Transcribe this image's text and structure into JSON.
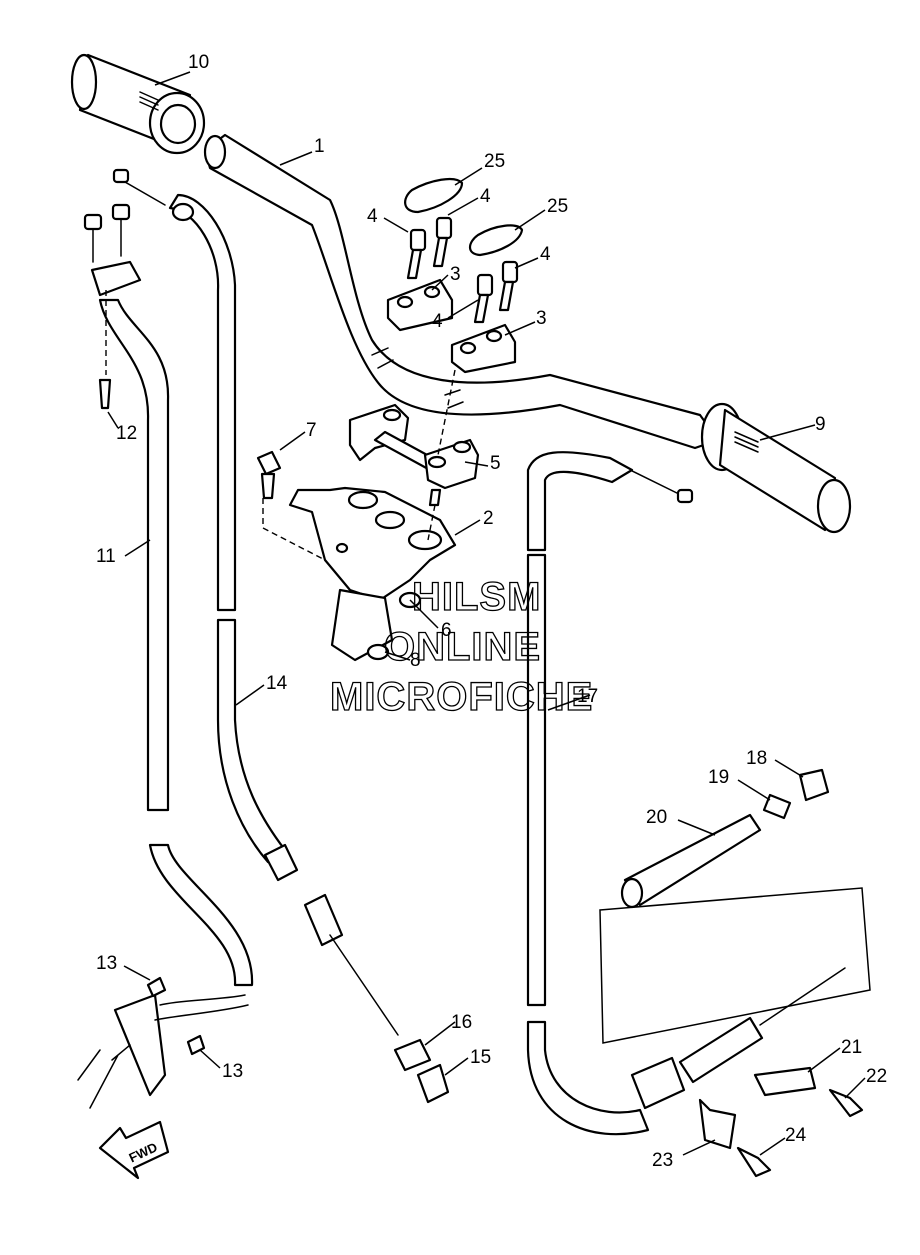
{
  "diagram": {
    "callouts": {
      "c1": "1",
      "c2": "2",
      "c3a": "3",
      "c3b": "3",
      "c4a": "4",
      "c4b": "4",
      "c4c": "4",
      "c4d": "4",
      "c5": "5",
      "c6": "6",
      "c7": "7",
      "c8": "8",
      "c9": "9",
      "c10": "10",
      "c11": "11",
      "c12": "12",
      "c13a": "13",
      "c13b": "13",
      "c14": "14",
      "c15": "15",
      "c16": "16",
      "c17": "17",
      "c18": "18",
      "c19": "19",
      "c20": "20",
      "c21": "21",
      "c22": "22",
      "c23": "23",
      "c24": "24",
      "c25a": "25",
      "c25b": "25"
    },
    "watermark": [
      "HILSM",
      "ONLINE",
      "MICROFICHE"
    ],
    "fwd_arrow_label": "FWD"
  }
}
